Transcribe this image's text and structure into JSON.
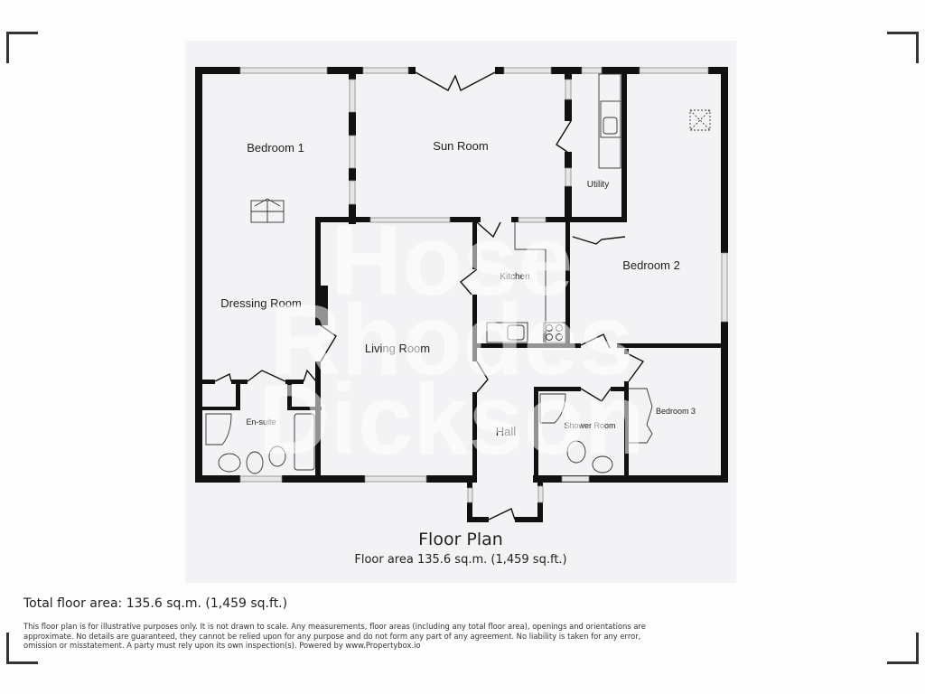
{
  "plan": {
    "title": "Floor Plan",
    "subtitle": "Floor area 135.6 sq.m. (1,459 sq.ft.)",
    "watermark": [
      "Hose",
      "Rhodes",
      "Dickson"
    ],
    "rooms": {
      "bedroom1": "Bedroom 1",
      "sun_room": "Sun Room",
      "utility": "Utility",
      "bedroom2": "Bedroom 2",
      "kitchen": "Kitchen",
      "dressing_room": "Dressing Room",
      "living_room": "Living Room",
      "en_suite": "En-suite",
      "hall": "Hall",
      "shower_room": "Shower Room",
      "bedroom3": "Bedroom 3"
    }
  },
  "footer": {
    "total_area": "Total floor area: 135.6 sq.m. (1,459 sq.ft.)",
    "disclaimer": "This floor plan is for illustrative purposes only. It is not drawn to scale. Any measurements, floor areas (including any total floor area), openings and orientations are approximate. No details are guaranteed, they cannot be relied upon for any purpose and do not form any part of any agreement. No liability is taken for any error, omission or misstatement. A party must rely upon its own inspection(s). Powered by www.Propertybox.io"
  },
  "colors": {
    "wall": "#111111",
    "floor": "#f3f3f5",
    "window": "#cfcfcf"
  }
}
